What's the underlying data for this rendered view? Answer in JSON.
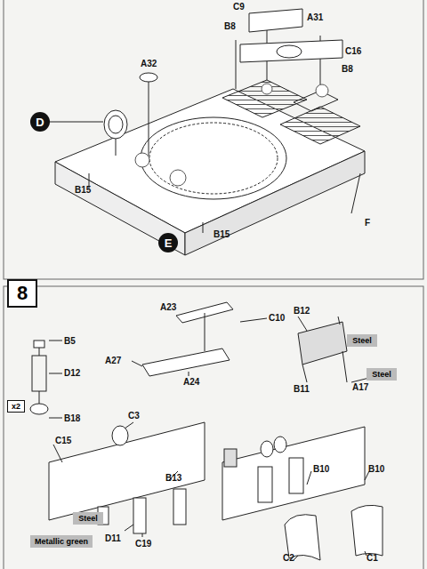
{
  "diagram": {
    "nodes": [
      {
        "text": [
          "D"
        ]
      },
      {
        "text": [
          "E"
        ]
      },
      {
        "text": [
          "8"
        ]
      },
      {
        "text": [
          "x2"
        ]
      },
      {
        "text": [
          "Steel"
        ]
      },
      {
        "text": [
          "Steel"
        ]
      },
      {
        "text": [
          "Steel"
        ]
      },
      {
        "text": [
          "Metallic green"
        ]
      }
    ],
    "labels": [
      "C9",
      "A31",
      "B8",
      "C16",
      "B8",
      "A32",
      "B15",
      "B15",
      "F",
      "B5",
      "D12",
      "B18",
      "A23",
      "C10",
      "A27",
      "A24",
      "B12",
      "B11",
      "A17",
      "C3",
      "C15",
      "B13",
      "D11",
      "C19",
      "B10",
      "B10",
      "C2",
      "C1"
    ]
  }
}
